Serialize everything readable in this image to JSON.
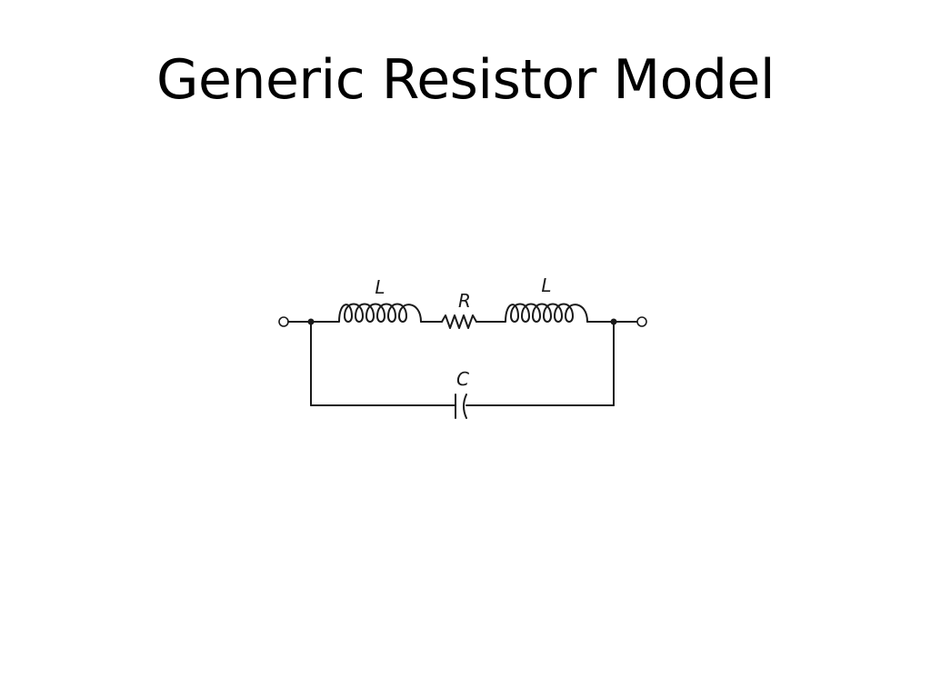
{
  "slide": {
    "title": "Generic Resistor Model"
  },
  "circuit": {
    "labels": {
      "inductor_left": "L",
      "resistor": "R",
      "inductor_right": "L",
      "capacitor": "C"
    },
    "line_color": "#1a1a1a"
  }
}
